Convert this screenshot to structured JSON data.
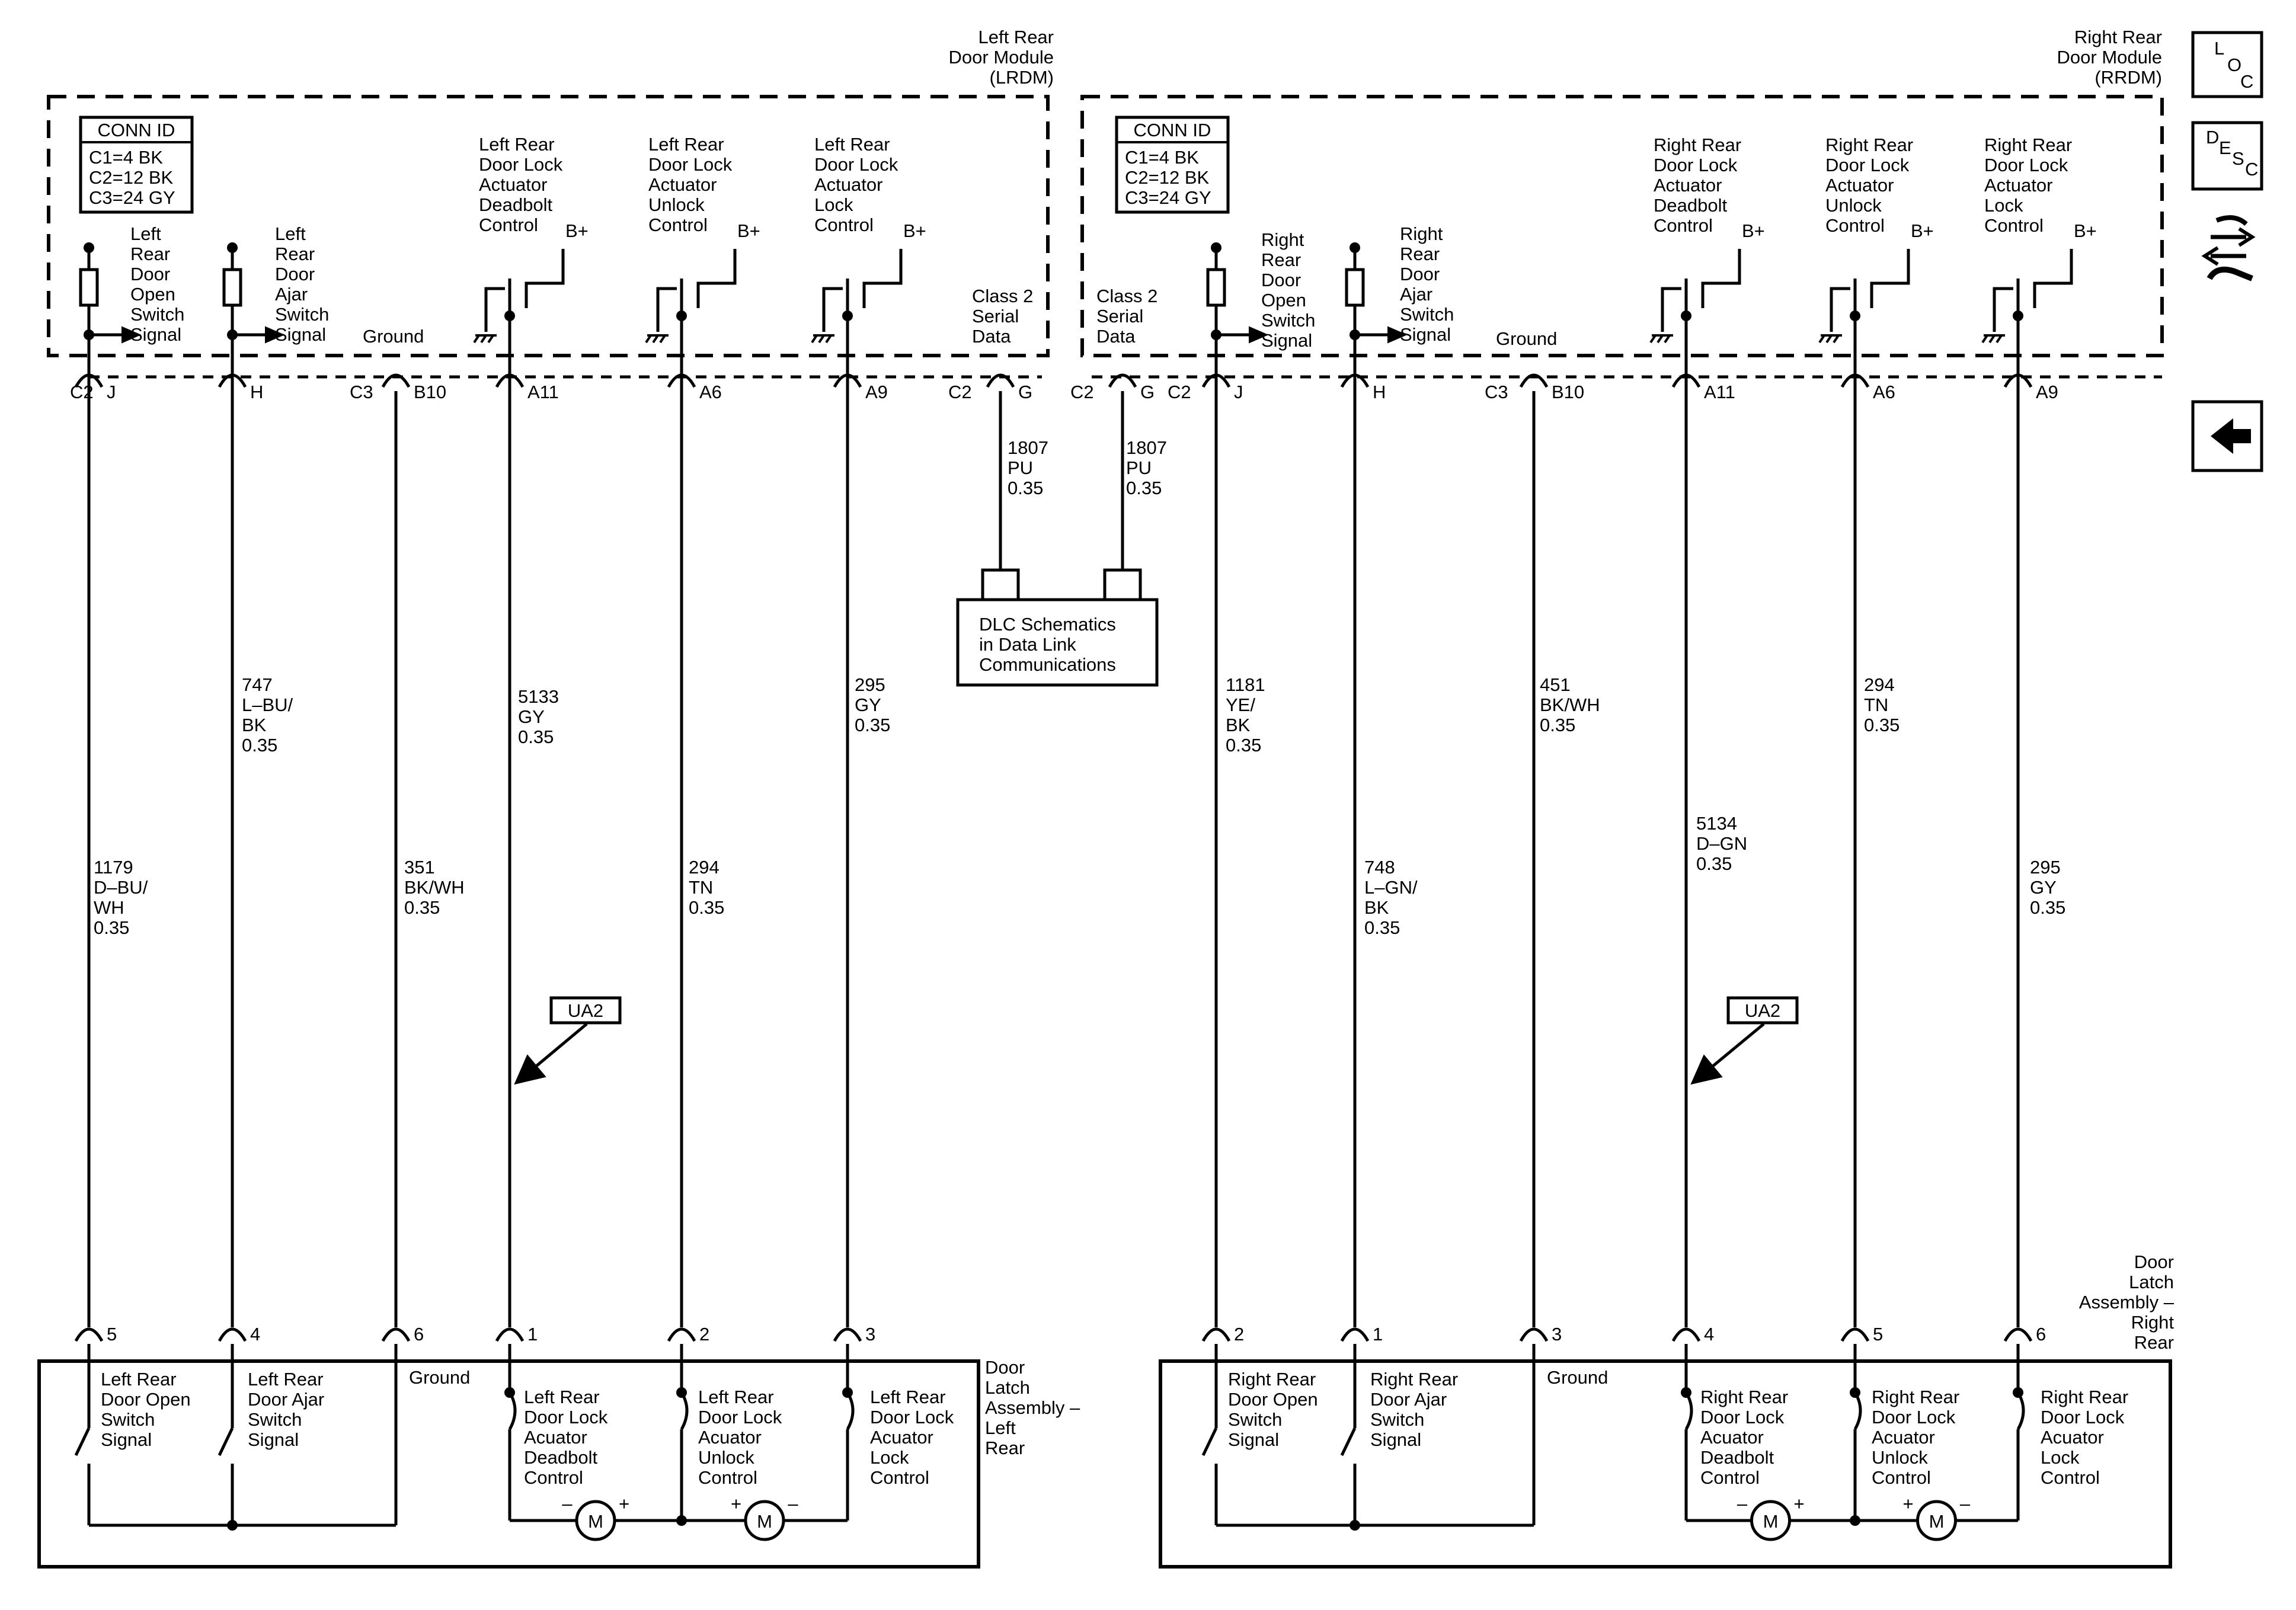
{
  "modules": {
    "left": {
      "title": [
        "Left Rear",
        "Door Module",
        "(LRDM)"
      ],
      "conn_id": {
        "header": "CONN ID",
        "lines": [
          "C1=4 BK",
          "C2=12 BK",
          "C3=24 GY"
        ]
      },
      "open_signal": [
        "Left",
        "Rear",
        "Door",
        "Open",
        "Switch",
        "Signal"
      ],
      "ajar_signal": [
        "Left",
        "Rear",
        "Door",
        "Ajar",
        "Switch",
        "Signal"
      ],
      "ground_label": "Ground",
      "deadbolt": [
        "Left Rear",
        "Door Lock",
        "Actuator",
        "Deadbolt",
        "Control"
      ],
      "unlock": [
        "Left Rear",
        "Door Lock",
        "Actuator",
        "Unlock",
        "Control"
      ],
      "lock": [
        "Left Rear",
        "Door Lock",
        "Actuator",
        "Lock",
        "Control"
      ],
      "class2": [
        "Class 2",
        "Serial",
        "Data"
      ]
    },
    "right": {
      "title": [
        "Right Rear",
        "Door Module",
        "(RRDM)"
      ],
      "conn_id": {
        "header": "CONN ID",
        "lines": [
          "C1=4 BK",
          "C2=12 BK",
          "C3=24 GY"
        ]
      },
      "open_signal": [
        "Right",
        "Rear",
        "Door",
        "Open",
        "Switch",
        "Signal"
      ],
      "ajar_signal": [
        "Right",
        "Rear",
        "Door",
        "Ajar",
        "Switch",
        "Signal"
      ],
      "ground_label": "Ground",
      "deadbolt": [
        "Right Rear",
        "Door Lock",
        "Actuator",
        "Deadbolt",
        "Control"
      ],
      "unlock": [
        "Right Rear",
        "Door Lock",
        "Actuator",
        "Unlock",
        "Control"
      ],
      "lock": [
        "Right Rear",
        "Door Lock",
        "Actuator",
        "Lock",
        "Control"
      ],
      "class2": [
        "Class 2",
        "Serial",
        "Data"
      ]
    }
  },
  "bplus": "B+",
  "connectors": {
    "c2": "C2",
    "c3": "C3"
  },
  "pins": {
    "j": "J",
    "h": "H",
    "b10": "B10",
    "a11": "A11",
    "a6": "A6",
    "a9": "A9",
    "g": "G"
  },
  "wires": {
    "left_1179": [
      "1179",
      "D–BU/",
      "WH",
      "0.35"
    ],
    "left_747": [
      "747",
      "L–BU/",
      "BK",
      "0.35"
    ],
    "left_351": [
      "351",
      "BK/WH",
      "0.35"
    ],
    "left_5133": [
      "5133",
      "GY",
      "0.35"
    ],
    "left_294": [
      "294",
      "TN",
      "0.35"
    ],
    "left_295": [
      "295",
      "GY",
      "0.35"
    ],
    "class2_left": [
      "1807",
      "PU",
      "0.35"
    ],
    "class2_right": [
      "1807",
      "PU",
      "0.35"
    ],
    "right_1181": [
      "1181",
      "YE/",
      "BK",
      "0.35"
    ],
    "right_748": [
      "748",
      "L–GN/",
      "BK",
      "0.35"
    ],
    "right_451": [
      "451",
      "BK/WH",
      "0.35"
    ],
    "right_5134": [
      "5134",
      "D–GN",
      "0.35"
    ],
    "right_294": [
      "294",
      "TN",
      "0.35"
    ],
    "right_295": [
      "295",
      "GY",
      "0.35"
    ]
  },
  "dlc": [
    "DLC Schematics",
    "in Data Link",
    "Communications"
  ],
  "ua2": "UA2",
  "latch": {
    "left": {
      "title": [
        "Door",
        "Latch",
        "Assembly –",
        "Left",
        "Rear"
      ],
      "pins": [
        "5",
        "4",
        "6",
        "1",
        "2",
        "3"
      ],
      "open": [
        "Left Rear",
        "Door Open",
        "Switch",
        "Signal"
      ],
      "ajar": [
        "Left Rear",
        "Door Ajar",
        "Switch",
        "Signal"
      ],
      "ground": "Ground",
      "deadbolt": [
        "Left Rear",
        "Door Lock",
        "Acuator",
        "Deadbolt",
        "Control"
      ],
      "unlock": [
        "Left Rear",
        "Door Lock",
        "Acuator",
        "Unlock",
        "Control"
      ],
      "lock": [
        "Left Rear",
        "Door Lock",
        "Acuator",
        "Lock",
        "Control"
      ]
    },
    "right": {
      "title": [
        "Door",
        "Latch",
        "Assembly –",
        "Right",
        "Rear"
      ],
      "pins": [
        "2",
        "1",
        "3",
        "4",
        "5",
        "6"
      ],
      "open": [
        "Right Rear",
        "Door Open",
        "Switch",
        "Signal"
      ],
      "ajar": [
        "Right Rear",
        "Door Ajar",
        "Switch",
        "Signal"
      ],
      "ground": "Ground",
      "deadbolt": [
        "Right Rear",
        "Door Lock",
        "Acuator",
        "Deadbolt",
        "Control"
      ],
      "unlock": [
        "Right Rear",
        "Door Lock",
        "Acuator",
        "Unlock",
        "Control"
      ],
      "lock": [
        "Right Rear",
        "Door Lock",
        "Acuator",
        "Lock",
        "Control"
      ]
    }
  },
  "motor": {
    "symbol": "M",
    "minus": "–",
    "plus": "+"
  },
  "nav": {
    "loc": [
      "L",
      "O",
      "C"
    ],
    "desc": [
      "D",
      "E",
      "S",
      "C"
    ]
  }
}
